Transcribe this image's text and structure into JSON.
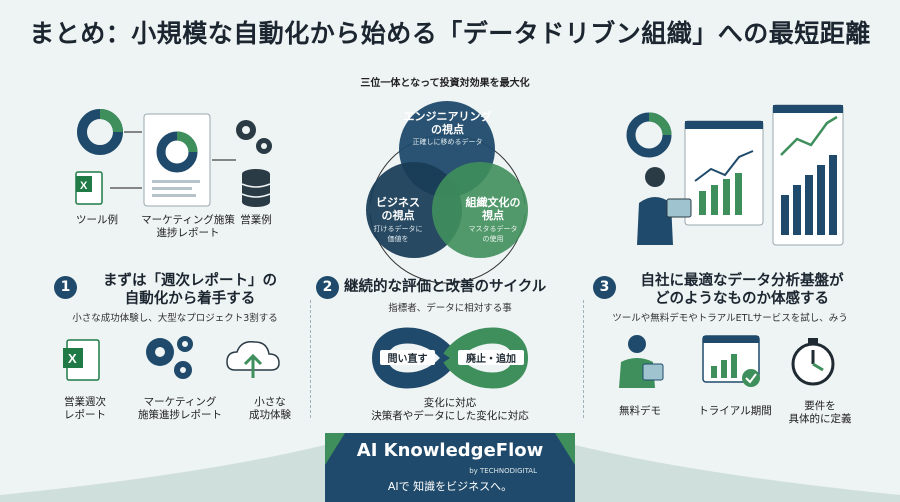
{
  "title": "まとめ：小規模な自動化から始める「データドリブン組織」への最短距離",
  "top_left": {
    "tool_example": "ツール例",
    "marketing_report": "マーケティング施策\n進捗レポート",
    "sales_example": "営業例"
  },
  "venn": {
    "header": "三位一体となって投資対効果を最大化",
    "engineering": {
      "title": "エンジニアリング\nの視点",
      "sub": "正確しに移めるデータ"
    },
    "business": {
      "title": "ビジネス\nの視点",
      "sub": "打けるデータに\n価値を"
    },
    "culture": {
      "title": "組織文化の\n視点",
      "sub": "マスタるデータ\nの使用"
    }
  },
  "section1": {
    "num": "1",
    "heading": "まずは「週次レポート」の\n自動化から着手する",
    "sub": "小さな成功体験し、大型なプロジェクト3割する",
    "items": [
      {
        "label": "営業週次\nレポート"
      },
      {
        "label": "マーケティング\n施策進捗レポート"
      },
      {
        "label": "小さな\n成功体験"
      }
    ]
  },
  "section2": {
    "num": "2",
    "heading": "継続的な評価と改善のサイクル",
    "sub": "指標者、データに相対する事",
    "loop_left": "問い直す",
    "loop_right": "廃止・追加",
    "caption": "変化に対応\n決策者やデータにした変化に対応"
  },
  "section3": {
    "num": "3",
    "heading": "自社に最適なデータ分析基盤が\nどのようなものか体感する",
    "sub": "ツールや無料デモやトラアルETLサービスを試し、みう",
    "items": [
      {
        "label": "無料デモ"
      },
      {
        "label": "トライアル期間"
      },
      {
        "label": "要件を\n具体的に定義"
      }
    ]
  },
  "footer": {
    "brand": "AI KnowledgeFlow",
    "by": "by TECHNODIGITAL",
    "tagline": "AIで 知識をビジネスへ。"
  },
  "colors": {
    "navy": "#1f4a6b",
    "green": "#3f8f5c",
    "teal": "#2d6f86",
    "background": "#eef3f3"
  }
}
